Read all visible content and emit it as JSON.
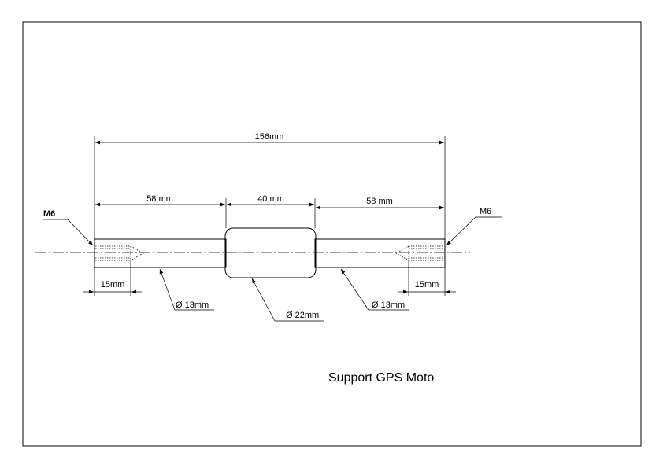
{
  "drawing": {
    "title": "Support GPS Moto",
    "dims": {
      "overall": "156mm",
      "left_section": "58 mm",
      "middle_section": "40 mm",
      "right_section": "58 mm",
      "left_thread_depth": "15mm",
      "right_thread_depth": "15mm",
      "left_shaft_diameter": "Ø 13mm",
      "center_diameter": "Ø 22mm",
      "right_shaft_diameter": "Ø 13mm"
    },
    "threads": {
      "left": "M6",
      "right": "M6"
    }
  }
}
